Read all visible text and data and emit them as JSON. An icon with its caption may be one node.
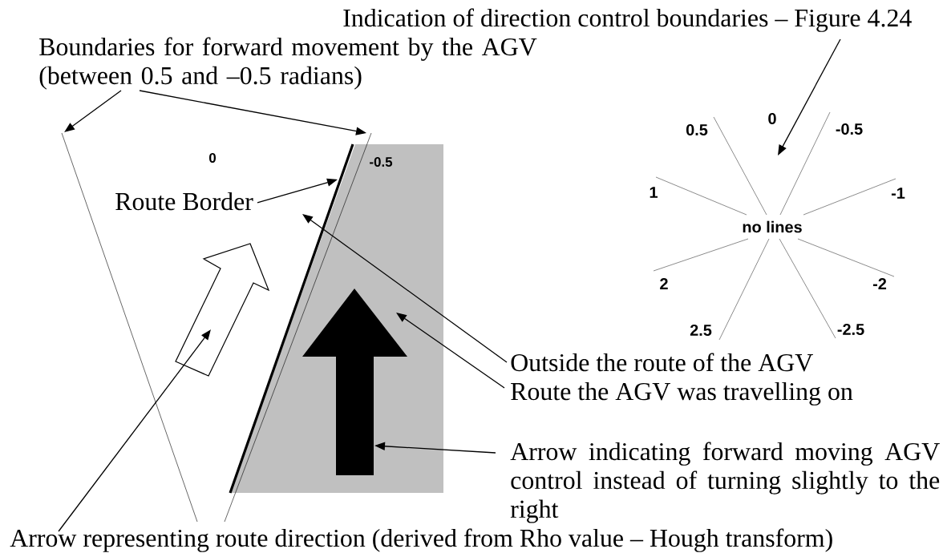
{
  "diagram": {
    "nodes": [
      {
        "text": [
          "Indication of direction control boundaries – Figure 4.24"
        ]
      },
      {
        "text": [
          "Boundaries for forward movement by the AGV (between 0.5 and –0.5 radians)"
        ]
      },
      {
        "text": [
          "Route Border"
        ]
      },
      {
        "text": [
          "Outside the route of the AGV"
        ]
      },
      {
        "text": [
          "Route the AGV was travelling on"
        ]
      },
      {
        "text": [
          "Arrow indicating forward moving AGV control instead of turning slightly to the right"
        ]
      },
      {
        "text": [
          "Arrow representing route direction (derived from Rho value – Hough transform)"
        ]
      }
    ],
    "edges": [
      {
        "from": 1,
        "to": null,
        "arrow": "to"
      },
      {
        "from": 1,
        "to": null,
        "arrow": "to"
      },
      {
        "from": 0,
        "to": null,
        "arrow": "to"
      },
      {
        "from": 2,
        "to": null,
        "arrow": "to"
      },
      {
        "from": 3,
        "to": null,
        "arrow": "to"
      },
      {
        "from": 4,
        "to": null,
        "arrow": "to"
      },
      {
        "from": 5,
        "to": null,
        "arrow": "to"
      },
      {
        "from": 6,
        "to": null,
        "arrow": "to"
      }
    ],
    "labels": [
      "0",
      "0.5",
      "-0.5",
      "0",
      "-0.5",
      "1",
      "-1",
      "no lines",
      "2",
      "-2",
      "2.5",
      "-2.5"
    ]
  }
}
